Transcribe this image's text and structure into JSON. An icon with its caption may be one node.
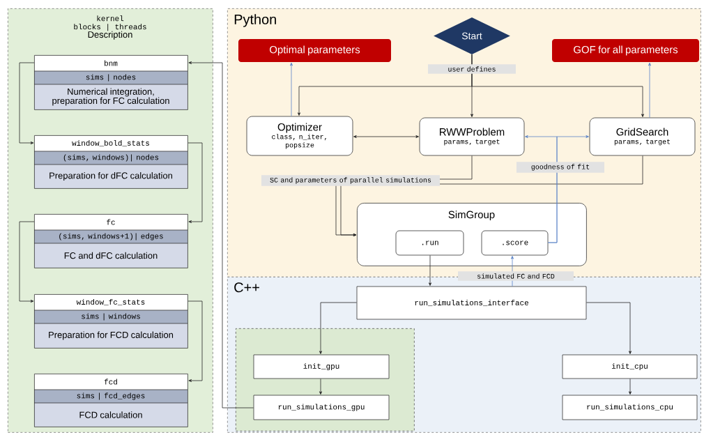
{
  "diagram": {
    "nodes": [
      {
        "text": [
          "kernel",
          "blocks | threads",
          "Description"
        ]
      },
      {
        "text": [
          "bnm",
          "sims | nodes",
          "Numerical integration, preparation for FC calculation"
        ],
        "in": 0
      },
      {
        "text": [
          "window_bold_stats",
          "(sims, windows)| nodes",
          "Preparation for dFC calculation"
        ],
        "in": 0
      },
      {
        "text": [
          "fc",
          "(sims, windows+1)| edges",
          "FC and dFC calculation"
        ],
        "in": 0
      },
      {
        "text": [
          "window_fc_stats",
          "sims | windows",
          "Preparation for FCD calculation"
        ],
        "in": 0
      },
      {
        "text": [
          "fcd",
          "sims | fcd_edges",
          "FCD calculation"
        ],
        "in": 0
      },
      {
        "text": [
          "Python"
        ]
      },
      {
        "text": [
          "Start"
        ],
        "in": 6
      },
      {
        "text": [
          "Optimal parameters"
        ],
        "in": 6
      },
      {
        "text": [
          "GOF for all parameters"
        ],
        "in": 6
      },
      {
        "text": [
          "Optimizer",
          "class, n_iter, popsize"
        ],
        "in": 6
      },
      {
        "text": [
          "RWWProblem",
          "params, target"
        ],
        "in": 6
      },
      {
        "text": [
          "GridSearch",
          "params, target"
        ],
        "in": 6
      },
      {
        "text": [
          "SimGroup"
        ],
        "in": 6
      },
      {
        "text": [
          ".run"
        ],
        "in": 13
      },
      {
        "text": [
          ".score"
        ],
        "in": 13
      },
      {
        "text": [
          "C++"
        ]
      },
      {
        "text": [
          "run_simulations_interface"
        ],
        "in": 16
      },
      {
        "text": [],
        "shape": "box",
        "in": 16
      },
      {
        "text": [
          "init_gpu"
        ],
        "in": 18
      },
      {
        "text": [
          "run_simulations_gpu"
        ],
        "in": 18
      },
      {
        "text": [
          "init_cpu"
        ],
        "in": 16
      },
      {
        "text": [
          "run_simulations_cpu"
        ],
        "in": 16
      }
    ],
    "edges": [
      {
        "from": 1,
        "to": 2,
        "arrow": "to"
      },
      {
        "from": 2,
        "to": 3,
        "arrow": "to"
      },
      {
        "from": 3,
        "to": 4,
        "arrow": "to"
      },
      {
        "from": 4,
        "to": 5,
        "arrow": "to"
      },
      {
        "from": 20,
        "to": 1,
        "arrow": "to"
      },
      {
        "from": 7,
        "to": 11,
        "arrow": "to",
        "label": "user defines"
      },
      {
        "from": 7,
        "to": 10,
        "arrow": "to"
      },
      {
        "from": 7,
        "to": 12,
        "arrow": "to"
      },
      {
        "from": 10,
        "to": 11,
        "arrow": "both"
      },
      {
        "from": 10,
        "to": 8,
        "arrow": "to",
        "color": "#5b84c8"
      },
      {
        "from": 12,
        "to": 9,
        "arrow": "to",
        "color": "#5b84c8"
      },
      {
        "from": 11,
        "to": 13,
        "arrow": "to",
        "label": "SC and parameters of parallel simulations"
      },
      {
        "from": 12,
        "to": 13,
        "arrow": "to"
      },
      {
        "from": 15,
        "to": 11,
        "arrow": "to",
        "color": "#5b84c8",
        "label": "goodness of fit"
      },
      {
        "from": 15,
        "to": 12,
        "arrow": "to",
        "color": "#5b84c8"
      },
      {
        "from": 14,
        "to": 17,
        "arrow": "to"
      },
      {
        "from": 17,
        "to": 15,
        "arrow": "to",
        "color": "#5b84c8",
        "label": "simulated FC and FCD"
      },
      {
        "from": 17,
        "to": 19,
        "arrow": "to"
      },
      {
        "from": 19,
        "to": 20,
        "arrow": "to"
      },
      {
        "from": 17,
        "to": 21,
        "arrow": "to"
      },
      {
        "from": 21,
        "to": 22,
        "arrow": "to"
      }
    ]
  }
}
